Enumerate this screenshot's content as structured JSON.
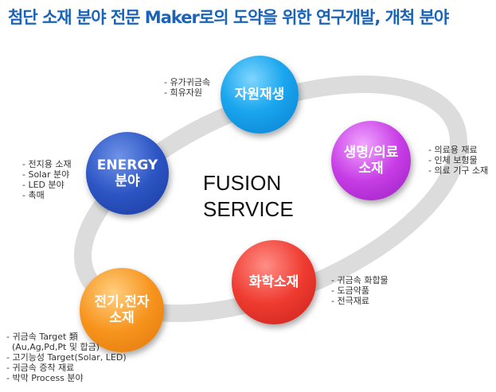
{
  "title": "첨단 소재 분야 전문 Maker로의 도약을 위한 연구개발, 개척 분야",
  "center": {
    "line1": "FUSION",
    "line2": "SERVICE"
  },
  "nodes": {
    "recycling": {
      "lines": [
        "자원재생"
      ],
      "items": [
        "- 유가귀금속",
        "- 희유자원"
      ]
    },
    "bio": {
      "lines": [
        "생명/의료",
        "소재"
      ],
      "items": [
        "- 의료용 재료",
        "- 인체 보형물",
        "- 의료 기구 소재"
      ]
    },
    "energy": {
      "lines": [
        "ENERGY",
        "분야"
      ],
      "items": [
        "- 전지용 소재",
        "- Solar 분야",
        "- LED 분야",
        "- 촉매"
      ]
    },
    "chemical": {
      "lines": [
        "화학소재"
      ],
      "items": [
        "- 귀금속 화합물",
        "- 도금약품",
        "- 전극재료"
      ]
    },
    "electronic": {
      "lines": [
        "전기,전자",
        "소재"
      ],
      "items": [
        "- 귀금속 Target 類",
        "  (Au,Ag,Pd,Pt 및 합금)",
        "- 고기능성 Target(Solar, LED)",
        "- 귀금속 증착 재료",
        "- 박막 Process 분야"
      ]
    }
  }
}
